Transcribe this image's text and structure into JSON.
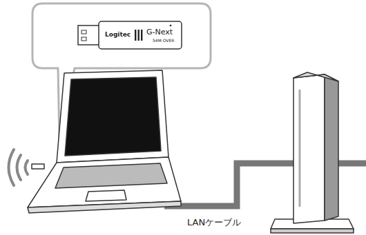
{
  "diagram": {
    "labels": [
      "Logitec",
      "G-Next",
      "54M OVER",
      "LANケーブル"
    ]
  }
}
